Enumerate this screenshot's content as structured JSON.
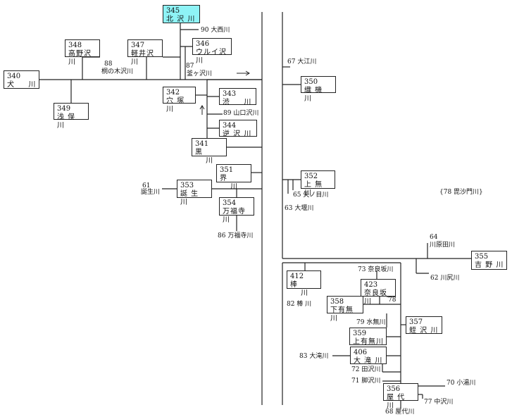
{
  "stations": [
    {
      "id": "340",
      "num": "340",
      "name": "犬 　 川"
    },
    {
      "id": "341",
      "num": "341",
      "name": "黒 　 川"
    },
    {
      "id": "342",
      "num": "342",
      "name": "穴 塚 川"
    },
    {
      "id": "343",
      "num": "343",
      "name": "渋 　 川"
    },
    {
      "id": "344",
      "num": "344",
      "name": "逆 沢 川"
    },
    {
      "id": "345",
      "num": "345",
      "name": "北 沢 川"
    },
    {
      "id": "346",
      "num": "346",
      "name": "ウルイ沢川"
    },
    {
      "id": "347",
      "num": "347",
      "name": "軽井沢川"
    },
    {
      "id": "348",
      "num": "348",
      "name": "高野沢川"
    },
    {
      "id": "349",
      "num": "349",
      "name": "浅 俣 川"
    },
    {
      "id": "350",
      "num": "350",
      "name": "織 機 川"
    },
    {
      "id": "351",
      "num": "351",
      "name": "界 　 川"
    },
    {
      "id": "352",
      "num": "352",
      "name": "上 無 川"
    },
    {
      "id": "353",
      "num": "353",
      "name": "誕 生 川"
    },
    {
      "id": "354",
      "num": "354",
      "name": "万福寺川"
    },
    {
      "id": "355",
      "num": "355",
      "name": "吉 野 川"
    },
    {
      "id": "356",
      "num": "356",
      "name": "屋 代 川"
    },
    {
      "id": "357",
      "num": "357",
      "name": "蛭 沢 川"
    },
    {
      "id": "358",
      "num": "358",
      "name": "下有無川"
    },
    {
      "id": "359",
      "num": "359",
      "name": "上有無川"
    },
    {
      "id": "406",
      "num": "406",
      "name": "大 滝 川"
    },
    {
      "id": "412",
      "num": "412",
      "name": "棒 　 川"
    },
    {
      "id": "423",
      "num": "423",
      "name": "奈良坂川"
    }
  ],
  "labels": [
    {
      "id": "l90",
      "text": "90 大西川"
    },
    {
      "id": "l87a",
      "text": "87"
    },
    {
      "id": "l87b",
      "text": "釜ヶ沢川"
    },
    {
      "id": "l88a",
      "text": "88"
    },
    {
      "id": "l88b",
      "text": "桐の木沢川"
    },
    {
      "id": "l89",
      "text": "89 山口沢川"
    },
    {
      "id": "l61a",
      "text": "61"
    },
    {
      "id": "l61b",
      "text": "誕生川"
    },
    {
      "id": "l86",
      "text": "86 万福寺川"
    },
    {
      "id": "l67",
      "text": "67 大江川"
    },
    {
      "id": "l65",
      "text": "65 矢ノ目川"
    },
    {
      "id": "l63",
      "text": "63 大堰川"
    },
    {
      "id": "l78b",
      "text": "{78 毘沙門川}"
    },
    {
      "id": "l64a",
      "text": "64"
    },
    {
      "id": "l64b",
      "text": "川原田川"
    },
    {
      "id": "l62",
      "text": "62 川尻川"
    },
    {
      "id": "l73",
      "text": "73 奈良坂川"
    },
    {
      "id": "l78",
      "text": "78"
    },
    {
      "id": "l82",
      "text": "82 棒 川"
    },
    {
      "id": "l79",
      "text": "79 水無川"
    },
    {
      "id": "l83",
      "text": "83 大滝川"
    },
    {
      "id": "l72",
      "text": "72 田沢川"
    },
    {
      "id": "l71",
      "text": "71 脚沢川"
    },
    {
      "id": "l70",
      "text": "70 小湯川"
    },
    {
      "id": "l77",
      "text": "77 中沢川"
    },
    {
      "id": "l68",
      "text": "68 屋代川"
    }
  ],
  "colors": {
    "line": "#222222",
    "highlight": "#8ef3f6"
  }
}
